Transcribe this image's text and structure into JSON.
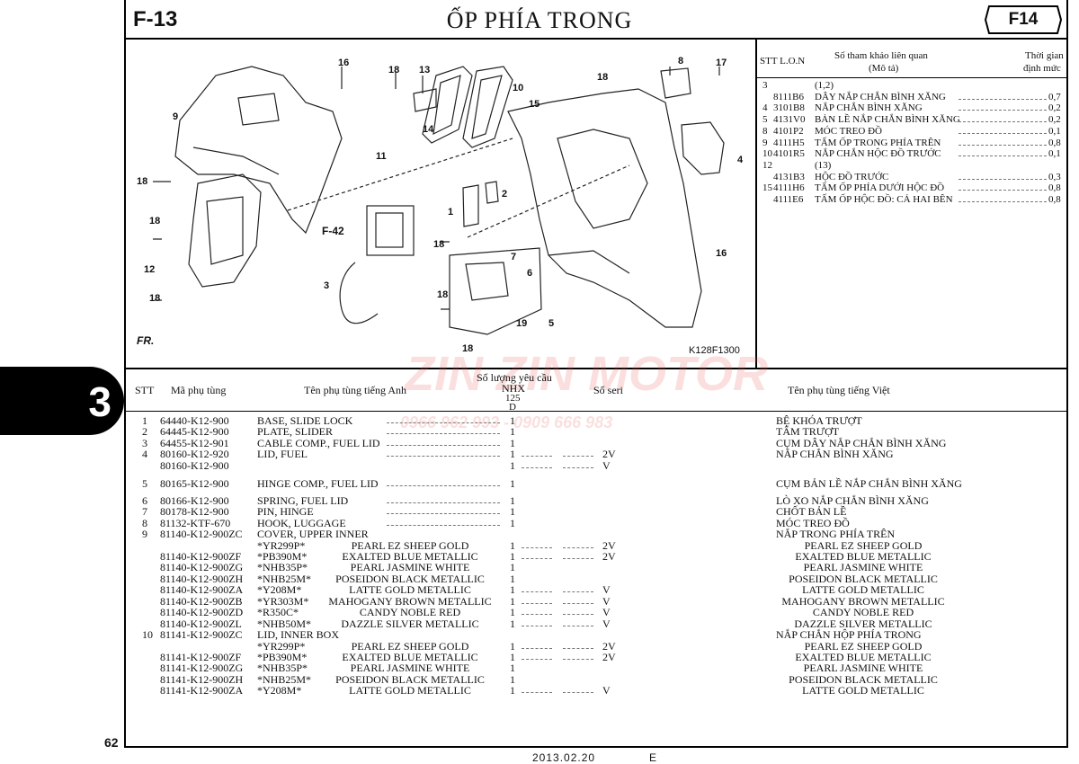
{
  "header": {
    "code_left": "F-13",
    "title": "ỐP PHÍA TRONG",
    "code_right": "F14"
  },
  "side_tab": {
    "number": "3"
  },
  "footer": {
    "page": "62",
    "date": "2013.02.20",
    "edition": "E"
  },
  "diagram": {
    "code": "K128F1300",
    "ref_label": "F-42",
    "direction": "FR.",
    "callouts": [
      "16",
      "18",
      "13",
      "10",
      "8",
      "17",
      "9",
      "14",
      "11",
      "15",
      "18",
      "4",
      "18",
      "2",
      "1",
      "18",
      "18",
      "12",
      "3",
      "7",
      "6",
      "16",
      "18",
      "5",
      "19",
      "18",
      "18"
    ]
  },
  "lon_table": {
    "headers": {
      "stt_lon": "STT  L.O.N",
      "ref": "Số tham khảo liên quan",
      "desc": "(Mô tả)",
      "time1": "Thời gian",
      "time2": "định mức"
    },
    "rows": [
      {
        "stt": "3",
        "code": "",
        "name": "(1,2)",
        "time": ""
      },
      {
        "stt": "",
        "code": "8111B6",
        "name": "DÂY NẮP CHẮN BÌNH XĂNG",
        "time": "0,7"
      },
      {
        "stt": "4",
        "code": "3101B8",
        "name": "NẮP CHẮN BÌNH XĂNG",
        "time": "0,2"
      },
      {
        "stt": "5",
        "code": "4131V0",
        "name": "BẢN LỀ NẮP CHẮN BÌNH XĂNG",
        "time": "0,2"
      },
      {
        "stt": "8",
        "code": "4101P2",
        "name": "MÓC TREO ĐỒ",
        "time": "0,1"
      },
      {
        "stt": "9",
        "code": "4111H5",
        "name": "TẤM ỐP TRONG PHÍA TRÊN",
        "time": "0,8"
      },
      {
        "stt": "10",
        "code": "4101R5",
        "name": "NẮP CHẮN HỘC ĐỒ TRƯỚC",
        "time": "0,1"
      },
      {
        "stt": "12",
        "code": "",
        "name": "(13)",
        "time": ""
      },
      {
        "stt": "",
        "code": "4131B3",
        "name": "HỘC ĐỒ TRƯỚC",
        "time": "0,3"
      },
      {
        "stt": "15",
        "code": "4111H6",
        "name": "TẤM ỐP PHÍA DƯỚI HỘC ĐỒ",
        "time": "0,8"
      },
      {
        "stt": "",
        "code": "4111E6",
        "name": "TẤM ỐP HỘC ĐỒ: CẢ HAI BÊN",
        "time": "0,8"
      }
    ]
  },
  "parts_table": {
    "headers": {
      "stt": "STT",
      "part_no": "Mã phụ tùng",
      "name_en": "Tên phụ tùng tiếng Anh",
      "qty": "Số lượng yêu cầu",
      "model": "NHX",
      "cc": "125",
      "type": "D",
      "serial": "Số seri",
      "name_vi": "Tên phụ tùng tiếng Việt"
    },
    "rows": [
      {
        "stt": "1",
        "part": "64440-K12-900",
        "en": "BASE, SLIDE LOCK",
        "qty": "1",
        "ser": "",
        "vi": "BỆ KHÓA TRƯỢT",
        "sub": false
      },
      {
        "stt": "2",
        "part": "64445-K12-900",
        "en": "PLATE, SLIDER",
        "qty": "1",
        "ser": "",
        "vi": "TẤM TRƯỢT",
        "sub": false
      },
      {
        "stt": "3",
        "part": "64455-K12-901",
        "en": "CABLE COMP., FUEL LID",
        "qty": "1",
        "ser": "",
        "vi": "CỤM DÂY NẮP CHẮN BÌNH XĂNG",
        "sub": false
      },
      {
        "stt": "4",
        "part": "80160-K12-920",
        "en": "LID, FUEL",
        "qty": "1",
        "ser": "2V",
        "vi": "NẮP CHẮN BÌNH XĂNG",
        "sub": false
      },
      {
        "stt": "",
        "part": "80160-K12-900",
        "en": "",
        "qty": "1",
        "ser": "V",
        "vi": "",
        "sub": false
      },
      {
        "stt": "5",
        "part": "80165-K12-900",
        "en": "HINGE COMP., FUEL LID",
        "qty": "1",
        "ser": "",
        "vi": "CỤM BẢN LỀ NẮP CHẮN BÌNH XĂNG",
        "sub": false
      },
      {
        "stt": "6",
        "part": "80166-K12-900",
        "en": "SPRING, FUEL LID",
        "qty": "1",
        "ser": "",
        "vi": "LÒ XO NẮP CHẮN BÌNH XĂNG",
        "sub": false
      },
      {
        "stt": "7",
        "part": "80178-K12-900",
        "en": "PIN, HINGE",
        "qty": "1",
        "ser": "",
        "vi": "CHỐT BẢN LỀ",
        "sub": false
      },
      {
        "stt": "8",
        "part": "81132-KTF-670",
        "en": "HOOK, LUGGAGE",
        "qty": "1",
        "ser": "",
        "vi": "MÓC TREO ĐỒ",
        "sub": false
      },
      {
        "stt": "9",
        "part": "81140-K12-900ZC",
        "en": "COVER, UPPER INNER",
        "qty": "",
        "ser": "",
        "vi": "NẮP TRONG PHÍA TRÊN",
        "sub": false
      },
      {
        "stt": "",
        "part": "",
        "en": "*YR299P*",
        "color": "PEARL EZ SHEEP GOLD",
        "qty": "1",
        "ser": "2V",
        "vi": "PEARL EZ SHEEP GOLD",
        "sub": true
      },
      {
        "stt": "",
        "part": "81140-K12-900ZF",
        "en": "*PB390M*",
        "color": "EXALTED BLUE METALLIC",
        "qty": "1",
        "ser": "2V",
        "vi": "EXALTED BLUE METALLIC",
        "sub": true
      },
      {
        "stt": "",
        "part": "81140-K12-900ZG",
        "en": "*NHB35P*",
        "color": "PEARL JASMINE WHITE",
        "qty": "1",
        "ser": "",
        "vi": "PEARL JASMINE WHITE",
        "sub": true
      },
      {
        "stt": "",
        "part": "81140-K12-900ZH",
        "en": "*NHB25M*",
        "color": "POSEIDON BLACK METALLIC",
        "qty": "1",
        "ser": "",
        "vi": "POSEIDON BLACK METALLIC",
        "sub": true
      },
      {
        "stt": "",
        "part": "81140-K12-900ZA",
        "en": "*Y208M*",
        "color": "LATTE GOLD METALLIC",
        "qty": "1",
        "ser": "V",
        "vi": "LATTE GOLD METALLIC",
        "sub": true
      },
      {
        "stt": "",
        "part": "81140-K12-900ZB",
        "en": "*YR303M*",
        "color": "MAHOGANY BROWN METALLIC",
        "qty": "1",
        "ser": "V",
        "vi": "MAHOGANY BROWN METALLIC",
        "sub": true
      },
      {
        "stt": "",
        "part": "81140-K12-900ZD",
        "en": "*R350C*",
        "color": "CANDY NOBLE RED",
        "qty": "1",
        "ser": "V",
        "vi": "CANDY NOBLE RED",
        "sub": true
      },
      {
        "stt": "",
        "part": "81140-K12-900ZL",
        "en": "*NHB50M*",
        "color": "DAZZLE SILVER METALLIC",
        "qty": "1",
        "ser": "V",
        "vi": "DAZZLE SILVER METALLIC",
        "sub": true
      },
      {
        "stt": "10",
        "part": "81141-K12-900ZC",
        "en": "LID, INNER BOX",
        "qty": "",
        "ser": "",
        "vi": "NẮP CHẮN HỘP PHÍA TRONG",
        "sub": false
      },
      {
        "stt": "",
        "part": "",
        "en": "*YR299P*",
        "color": "PEARL EZ SHEEP GOLD",
        "qty": "1",
        "ser": "2V",
        "vi": "PEARL EZ SHEEP GOLD",
        "sub": true
      },
      {
        "stt": "",
        "part": "81141-K12-900ZF",
        "en": "*PB390M*",
        "color": "EXALTED BLUE METALLIC",
        "qty": "1",
        "ser": "2V",
        "vi": "EXALTED BLUE METALLIC",
        "sub": true
      },
      {
        "stt": "",
        "part": "81141-K12-900ZG",
        "en": "*NHB35P*",
        "color": "PEARL JASMINE WHITE",
        "qty": "1",
        "ser": "",
        "vi": "PEARL JASMINE WHITE",
        "sub": true
      },
      {
        "stt": "",
        "part": "81141-K12-900ZH",
        "en": "*NHB25M*",
        "color": "POSEIDON BLACK METALLIC",
        "qty": "1",
        "ser": "",
        "vi": "POSEIDON BLACK METALLIC",
        "sub": true
      },
      {
        "stt": "",
        "part": "81141-K12-900ZA",
        "en": "*Y208M*",
        "color": "LATTE GOLD METALLIC",
        "qty": "1",
        "ser": "V",
        "vi": "LATTE GOLD METALLIC",
        "sub": true
      }
    ]
  },
  "watermark": {
    "brand": "ZIN ZIN MOTOR",
    "phone": "0966 962 993 - 0909 666 983"
  }
}
